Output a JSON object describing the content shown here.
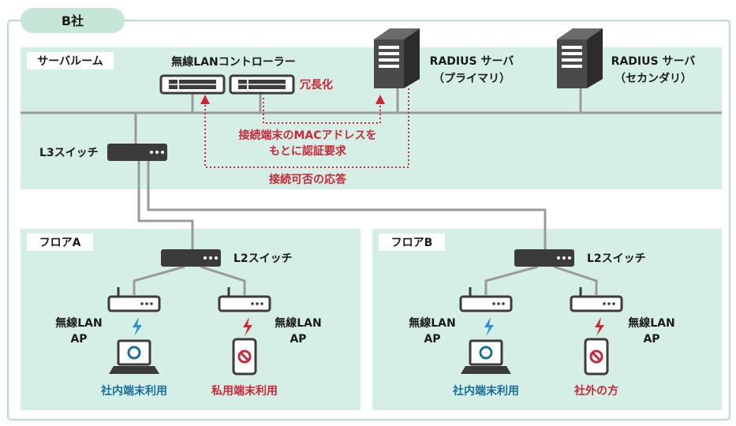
{
  "company_tab": "B社",
  "server_room": {
    "title": "サーバルーム",
    "wlc_label": "無線LANコントローラー",
    "redundancy_label": "冗長化",
    "radius_primary": {
      "line1": "RADIUS サーバ",
      "line2": "（プライマリ）"
    },
    "radius_secondary": {
      "line1": "RADIUS サーバ",
      "line2": "（セカンダリ）"
    },
    "auth_request": {
      "line1": "接続端末のMACアドレスを",
      "line2": "もとに認証要求"
    },
    "auth_response": "接続可否の応答",
    "l3_switch": "L3スイッチ"
  },
  "floors": [
    {
      "title": "フロアA",
      "switch_label": "L2スイッチ",
      "aps": [
        {
          "label_line1": "無線LAN",
          "label_line2": "AP",
          "device": "laptop",
          "signal": "allowed",
          "caption": "社内端末利用"
        },
        {
          "label_line1": "無線LAN",
          "label_line2": "AP",
          "device": "phone",
          "signal": "denied",
          "caption": "私用端末利用"
        }
      ]
    },
    {
      "title": "フロアB",
      "switch_label": "L2スイッチ",
      "aps": [
        {
          "label_line1": "無線LAN",
          "label_line2": "AP",
          "device": "laptop",
          "signal": "allowed",
          "caption": "社内端末利用"
        },
        {
          "label_line1": "無線LAN",
          "label_line2": "AP",
          "device": "phone",
          "signal": "denied",
          "caption": "社外の方"
        }
      ]
    }
  ],
  "colors": {
    "panel": "#d6efe6",
    "outer_border": "#b8dccd",
    "tab": "#c6e6d8",
    "cable": "#9a9a9a",
    "device_dark": "#3b3b3b",
    "accent_red": "#c8283a",
    "accent_blue": "#1a6e9c",
    "signal_blue": "#2a8fd0"
  }
}
